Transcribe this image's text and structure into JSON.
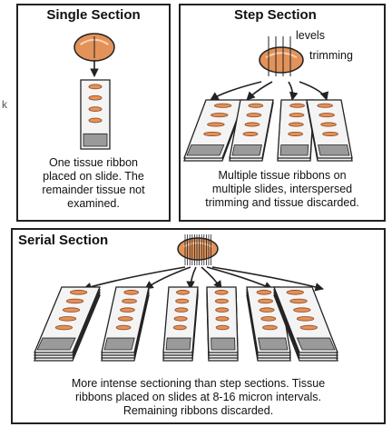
{
  "panels": {
    "single": {
      "title": "Single Section",
      "caption": [
        "One tissue ribbon",
        "placed on slide. The",
        "remainder tissue not",
        "examined."
      ]
    },
    "step": {
      "title": "Step Section",
      "label_levels": "levels",
      "label_trimming": "trimming",
      "caption": [
        "Multiple tissue ribbons on",
        "multiple slides, interspersed",
        "trimming and tissue discarded."
      ]
    },
    "serial": {
      "title": "Serial Section",
      "caption": [
        "More intense sectioning than step sections.  Tissue",
        "ribbons placed on slides at 8-16 micron intervals.",
        "Remaining ribbons discarded."
      ]
    }
  },
  "side_mark": "k",
  "colors": {
    "tissue": "#e3925a",
    "tissue_dark": "#9a5128",
    "slide": "#f4f4f4",
    "slide_label": "#9a9a9a",
    "outline": "#222222"
  }
}
